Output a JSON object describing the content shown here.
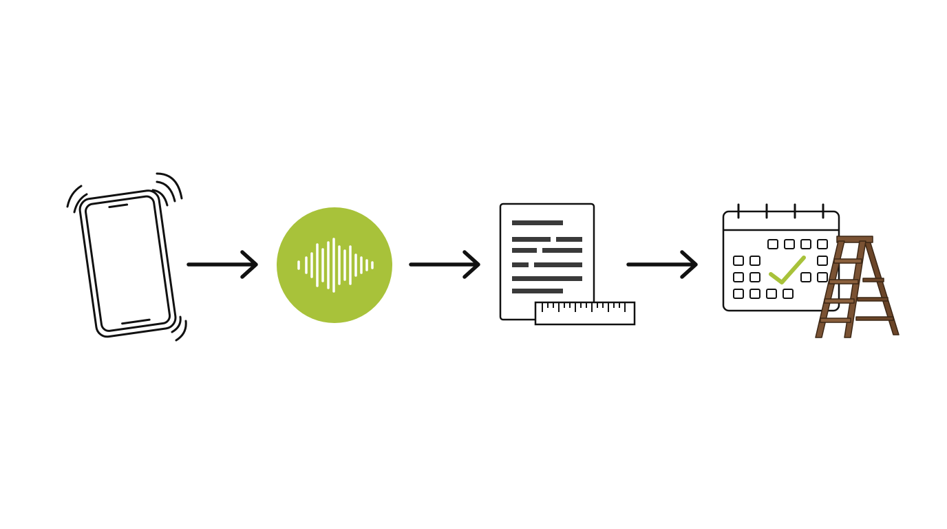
{
  "diagram": {
    "type": "process-flow",
    "steps": [
      {
        "id": "step-1",
        "icon": "ringing-phone-icon"
      },
      {
        "id": "step-2",
        "icon": "sound-wave-icon"
      },
      {
        "id": "step-3",
        "icon": "document-with-ruler-icon"
      },
      {
        "id": "step-4",
        "icon": "calendar-with-ladder-icon"
      }
    ],
    "connectors": [
      {
        "from": "step-1",
        "to": "step-2",
        "icon": "arrow-right-icon"
      },
      {
        "from": "step-2",
        "to": "step-3",
        "icon": "arrow-right-icon"
      },
      {
        "from": "step-3",
        "to": "step-4",
        "icon": "arrow-right-icon"
      }
    ]
  },
  "colors": {
    "background": "#ffffff",
    "stroke": "#111111",
    "accent_green": "#a8c23a",
    "text_bars": "#3a3a3a",
    "ladder_brown": "#7a5233",
    "ladder_dark": "#3b2614"
  }
}
